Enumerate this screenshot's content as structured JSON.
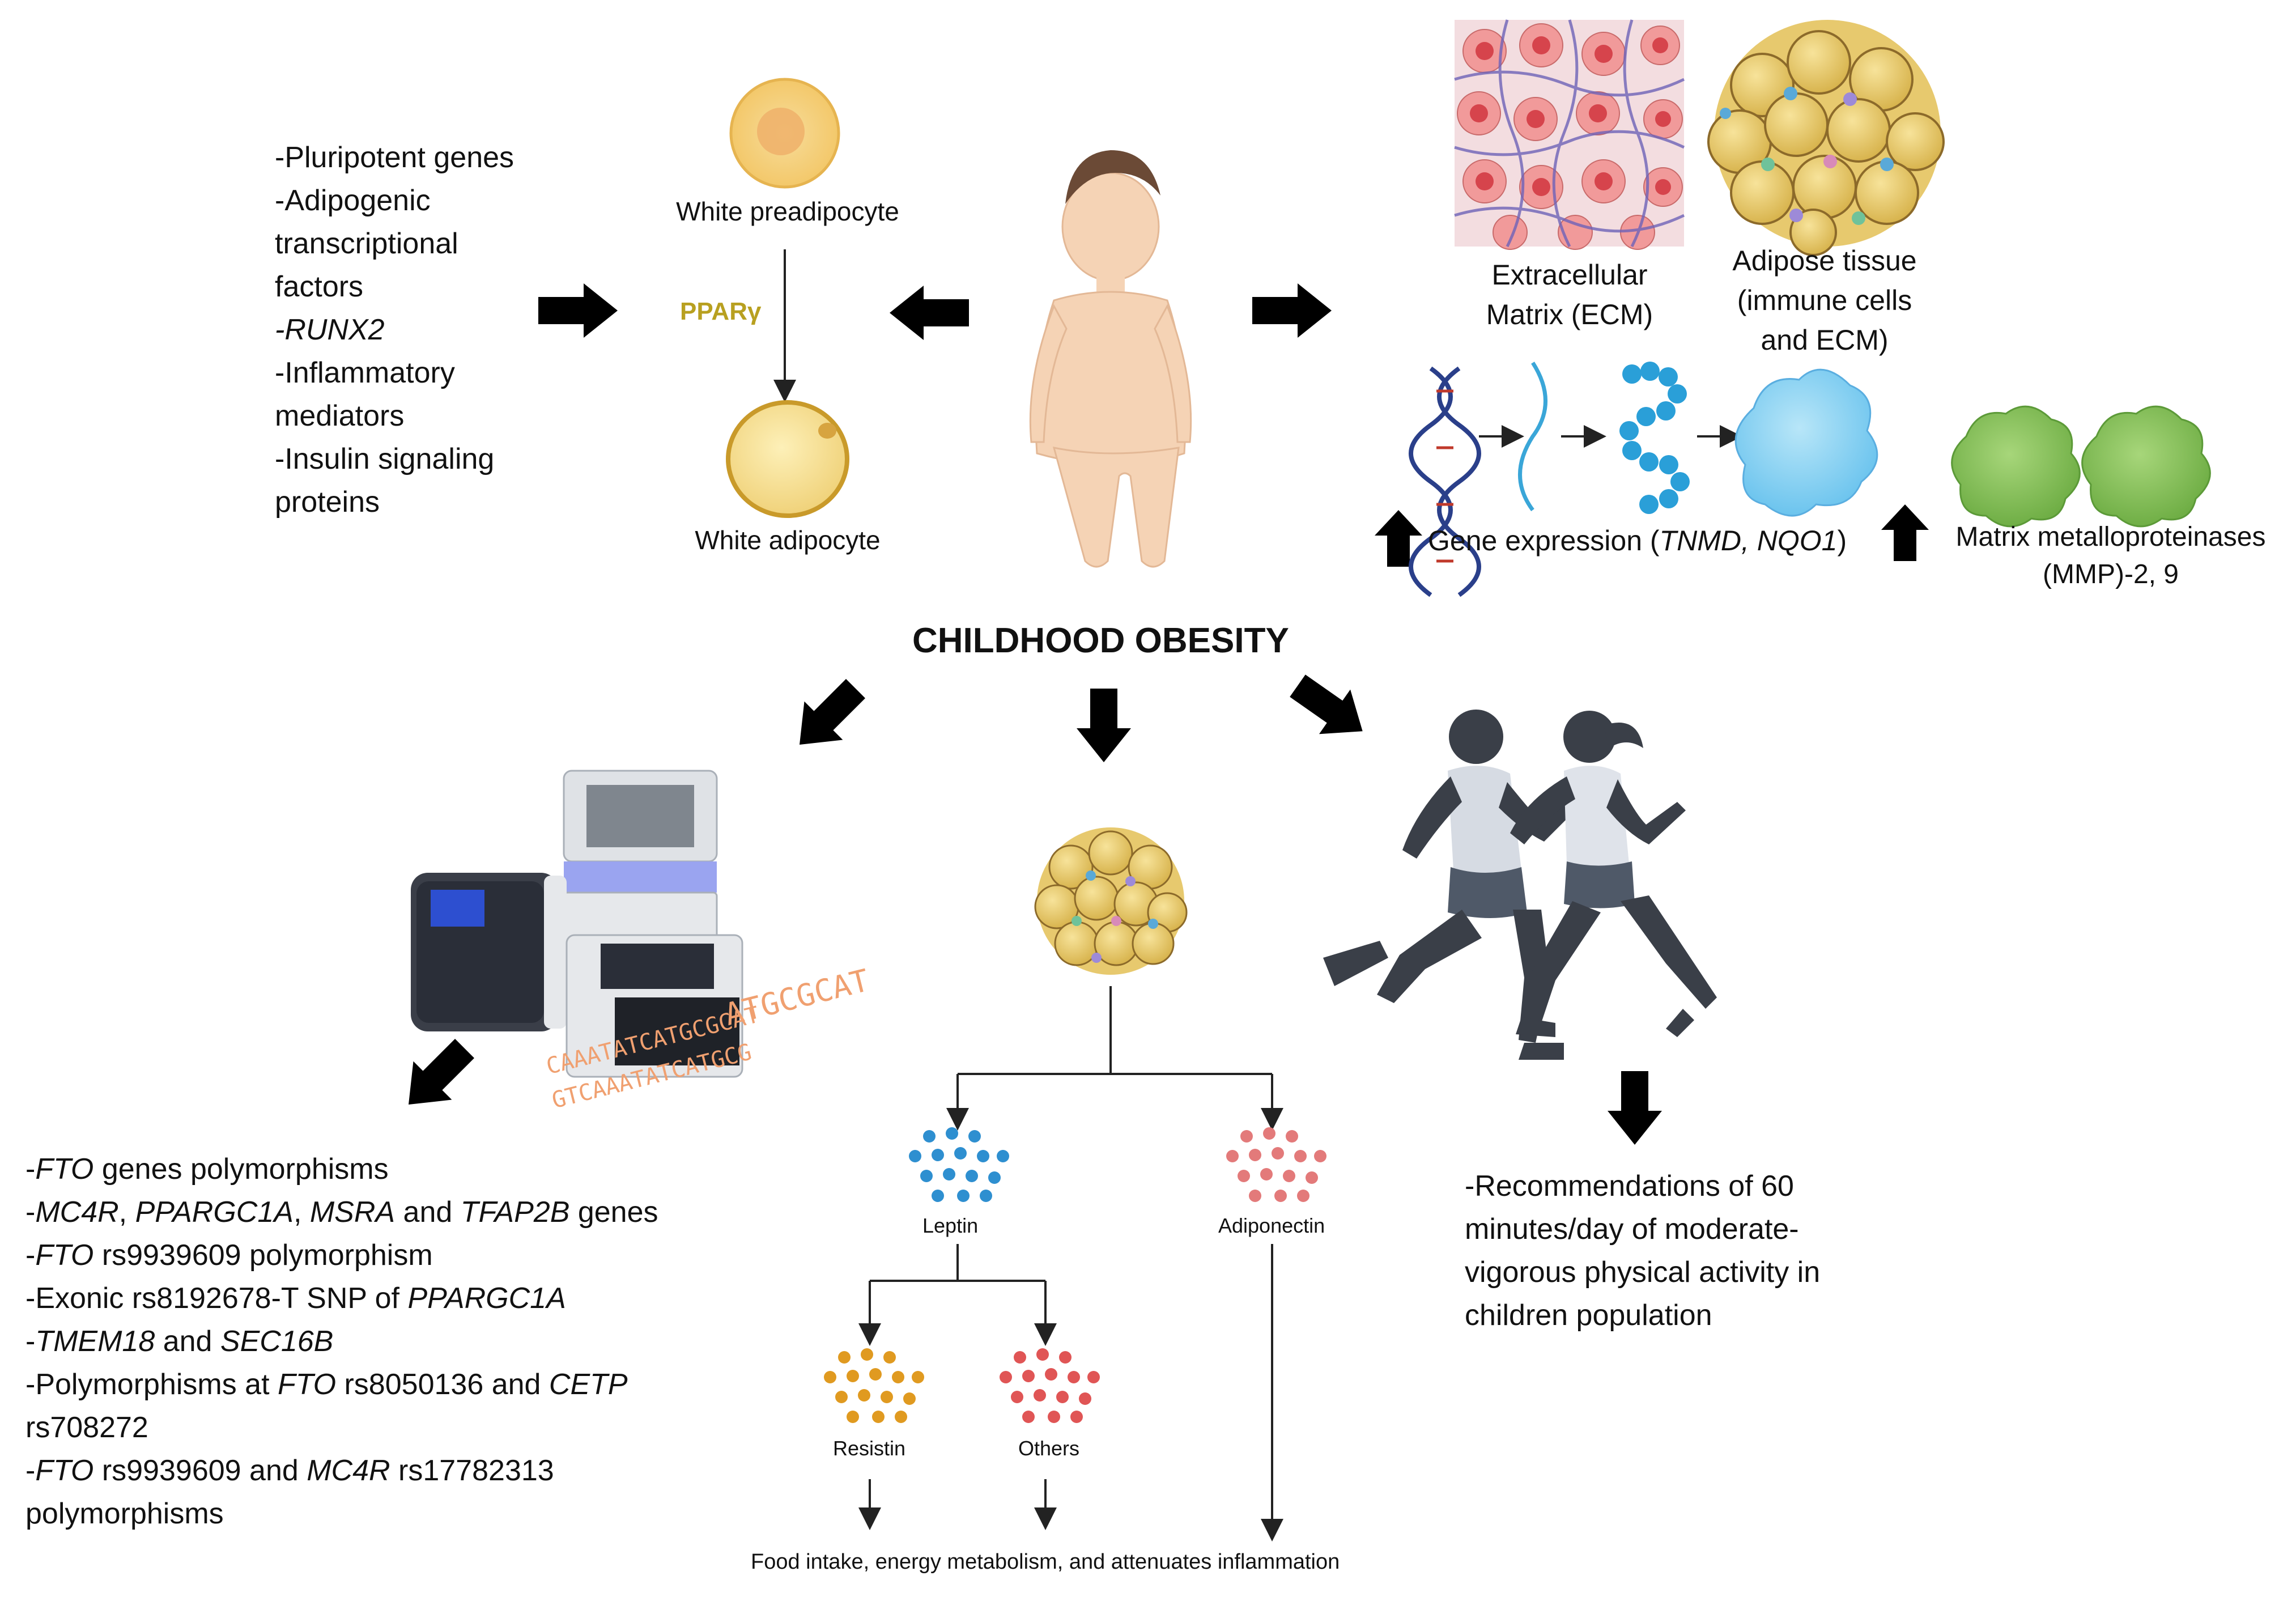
{
  "title": "CHILDHOOD OBESITY",
  "left_factors": {
    "lines": [
      "-Pluripotent genes",
      "-Adipogenic",
      "transcriptional",
      "factors",
      "-RUNX2",
      "-Inflammatory",
      "mediators",
      "-Insulin signaling",
      "proteins"
    ]
  },
  "differentiation": {
    "preadipocyte_label": "White preadipocyte",
    "factor_label": "PPARγ",
    "adipocyte_label": "White adipocyte"
  },
  "tissue": {
    "ecm_label_line1": "Extracellular",
    "ecm_label_line2": "Matrix (ECM)",
    "adipose_label_line1": "Adipose tissue",
    "adipose_label_line2": "(immune cells",
    "adipose_label_line3": "and ECM)",
    "gene_expression_prefix": "Gene expression (",
    "gene_expression_genes": "TNMD, NQO1",
    "gene_expression_suffix": ")",
    "mmp_line1": "Matrix metalloproteinases",
    "mmp_line2": "(MMP)-2, 9"
  },
  "genetics": {
    "dna_sequence_1": "ATGCGCAT",
    "dna_sequence_2": "CAAATATCATGCGCAT",
    "dna_sequence_3": "GTCAAATATCATGCG",
    "items": [
      {
        "a_it": "FTO",
        "a": " genes polymorphisms"
      },
      {
        "a_it": "MC4R",
        "a": ", ",
        "b_it": "PPARGC1A",
        "b": ", ",
        "c_it": "MSRA",
        "c": " and ",
        "d_it": "TFAP2B",
        "d": " genes"
      },
      {
        "a_it": "FTO",
        "a": " rs9939609 polymorphism"
      },
      {
        "pre": "-Exonic rs8192678-T SNP of ",
        "a_it": "PPARGC1A"
      },
      {
        "a_it": "TMEM18",
        "a": " and ",
        "b_it": "SEC16B"
      },
      {
        "pre": "-Polymorphisms at ",
        "a_it": "FTO",
        "a": " rs8050136 and ",
        "b_it": "CETP"
      },
      {
        "pre": "rs708272"
      },
      {
        "a_it": "FTO",
        "a": " rs9939609 and ",
        "b_it": "MC4R",
        "b": " rs17782313"
      },
      {
        "pre": "polymorphisms"
      }
    ]
  },
  "adipokines": {
    "leptin_label": "Leptin",
    "adiponectin_label": "Adiponectin",
    "resistin_label": "Resistin",
    "others_label": "Others",
    "outcome_label": "Food intake, energy metabolism, and attenuates inflammation"
  },
  "activity": {
    "lines": [
      "-Recommendations of 60",
      "minutes/day of moderate-",
      "vigorous physical activity in",
      "children population"
    ]
  },
  "colors": {
    "arrow": "#000000",
    "pparg": "#b8a020",
    "leptin_dots": "#2e8fd0",
    "adiponectin_dots": "#e37a7a",
    "resistin_dots": "#e09a20",
    "others_dots": "#e05555",
    "dna_text": "#f0a070"
  }
}
